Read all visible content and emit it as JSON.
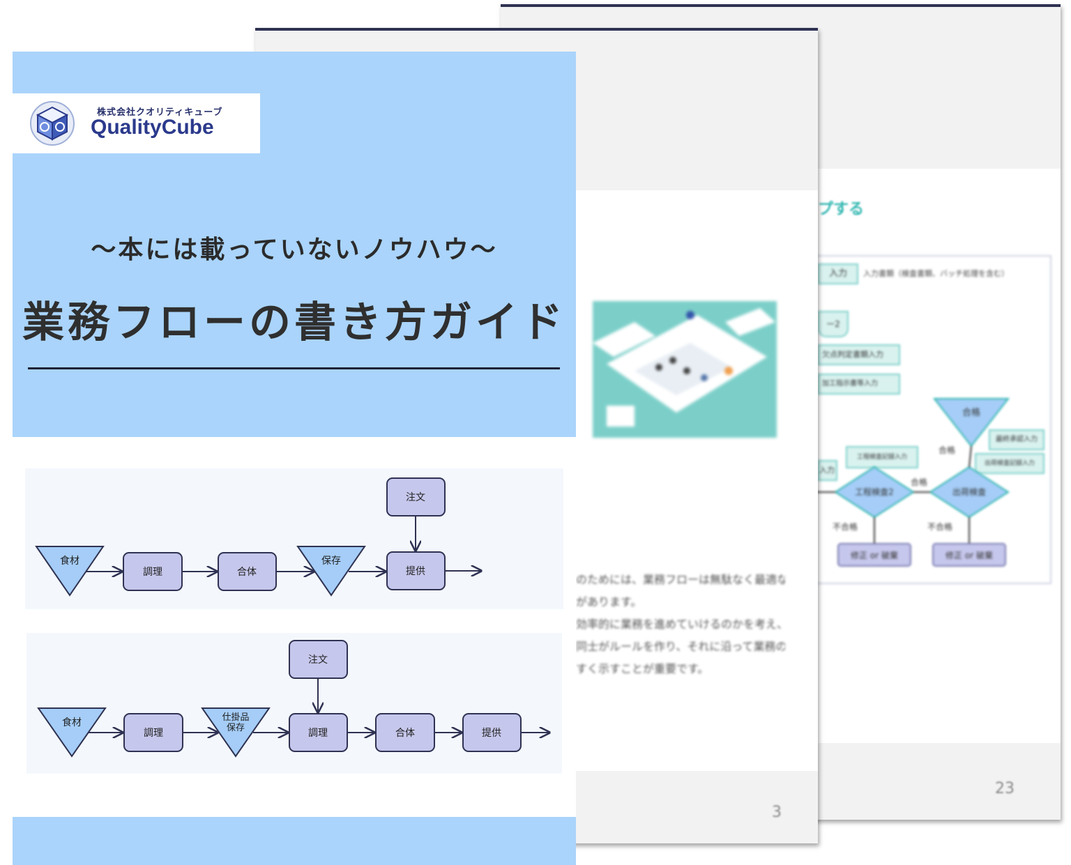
{
  "back_page": {
    "page_number": "23",
    "heading": "プする",
    "input_label": "入力",
    "input_note": "入力書類（検査書類、バッチ処理を含む）",
    "box_a": "ー2",
    "box_b": "欠点判定書類入力",
    "box_c": "加工指示書等入力",
    "box_d": "入力",
    "box_e": "工程検査記録入力",
    "box_f": "最終承認入力",
    "box_g": "出荷検査記録入力",
    "tri_label": "合格",
    "diamond_1": "工程検査2",
    "diamond_2": "出荷検査",
    "pass_1": "合格",
    "pass_2": "合格",
    "fail_1": "不合格",
    "fail_2": "不合格",
    "redo_1": "修正 or 破棄",
    "redo_2": "修正 or 破棄"
  },
  "middle_page": {
    "page_number": "3",
    "body_lines": [
      "のためには、業務フローは無駄なく最適な",
      "があります。",
      "効率的に業務を進めていけるのかを考え、",
      "同士がルールを作り、それに沿って業務の",
      "すく示すことが重要です。"
    ]
  },
  "cover": {
    "company_kana": "株式会社クオリティキューブ",
    "company_name": "QualityCube",
    "subtitle": "～本には載っていないノウハウ～",
    "title": "業務フローの書き方ガイド",
    "flow1": {
      "order": "注文",
      "ingredients": "食材",
      "cook": "調理",
      "combine": "合体",
      "store": "保存",
      "serve": "提供"
    },
    "flow2": {
      "order": "注文",
      "ingredients": "食材",
      "cook1": "調理",
      "wip_line1": "仕掛品",
      "wip_line2": "保存",
      "cook2": "調理",
      "combine": "合体",
      "serve": "提供"
    }
  },
  "colors": {
    "cover_blue": "#aad4fb",
    "box_fill": "#c6c7ec",
    "box_stroke": "#2f3252",
    "triangle_fill": "#a5cdf7",
    "teal": "#2fb6b0"
  }
}
